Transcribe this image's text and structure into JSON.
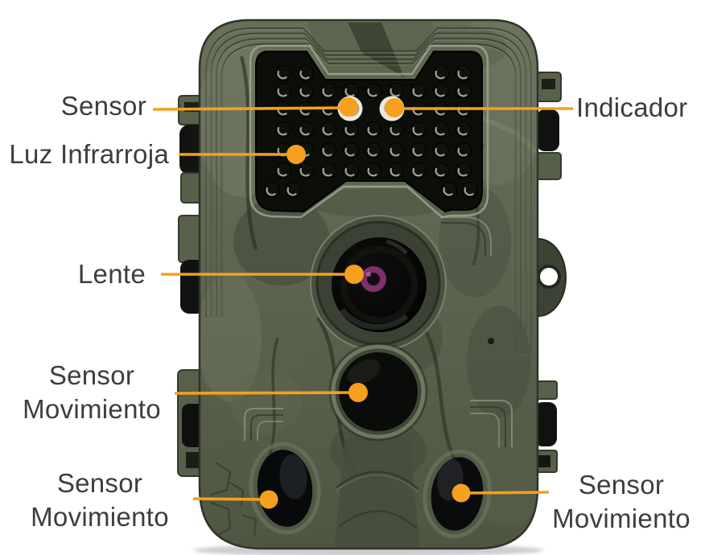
{
  "colors": {
    "accent": "#F5A01E",
    "text": "#3d3d3d",
    "background": "#ffffff",
    "camera_body_green": "#5c644f",
    "ir_panel_black": "#0c0e0a",
    "lens_ring_purple": "#7d3069"
  },
  "callouts": [
    {
      "id": "sensor",
      "lines": [
        "Sensor"
      ],
      "target": "light-sensor"
    },
    {
      "id": "luz-infrarroja",
      "lines": [
        "Luz Infrarroja"
      ],
      "target": "ir-led-array"
    },
    {
      "id": "indicador",
      "lines": [
        "Indicador"
      ],
      "target": "indicator-led"
    },
    {
      "id": "lente",
      "lines": [
        "Lente"
      ],
      "target": "camera-lens"
    },
    {
      "id": "sensor-movimiento-centro",
      "lines": [
        "Sensor",
        "Movimiento"
      ],
      "target": "pir-sensor-center"
    },
    {
      "id": "sensor-movimiento-izquierda",
      "lines": [
        "Sensor",
        "Movimiento"
      ],
      "target": "pir-sensor-left"
    },
    {
      "id": "sensor-movimiento-derecha",
      "lines": [
        "Sensor",
        "Movimiento"
      ],
      "target": "pir-sensor-right"
    }
  ]
}
